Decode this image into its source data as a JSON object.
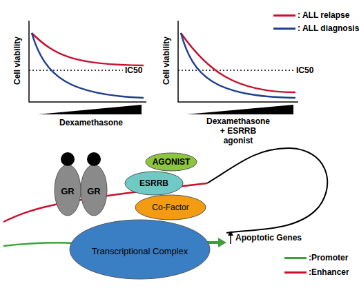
{
  "diagram": {
    "nodes": [
      {
        "text": [
          "AGONIST"
        ]
      },
      {
        "text": [
          "GR"
        ]
      },
      {
        "text": [
          "GR"
        ]
      },
      {
        "text": [
          "ESRRB"
        ]
      },
      {
        "text": [
          "Co-Factor"
        ]
      },
      {
        "text": [
          "Transcriptional Complex"
        ]
      }
    ],
    "labels": [
      "Cell viability",
      "Dexamethasone",
      "IC50",
      "Cell viability",
      "Dexamethasone + ESRRB agonist",
      "IC50",
      "Apoptotic Genes"
    ],
    "legend": [
      {
        "text": ": ALL relapse",
        "color": "#c8102e"
      },
      {
        "text": ": ALL diagnosis",
        "color": "#1f3f8f"
      },
      {
        "text": ":Promoter",
        "color": "#3aa335"
      },
      {
        "text": ":Enhancer",
        "color": "#c8102e"
      }
    ]
  }
}
